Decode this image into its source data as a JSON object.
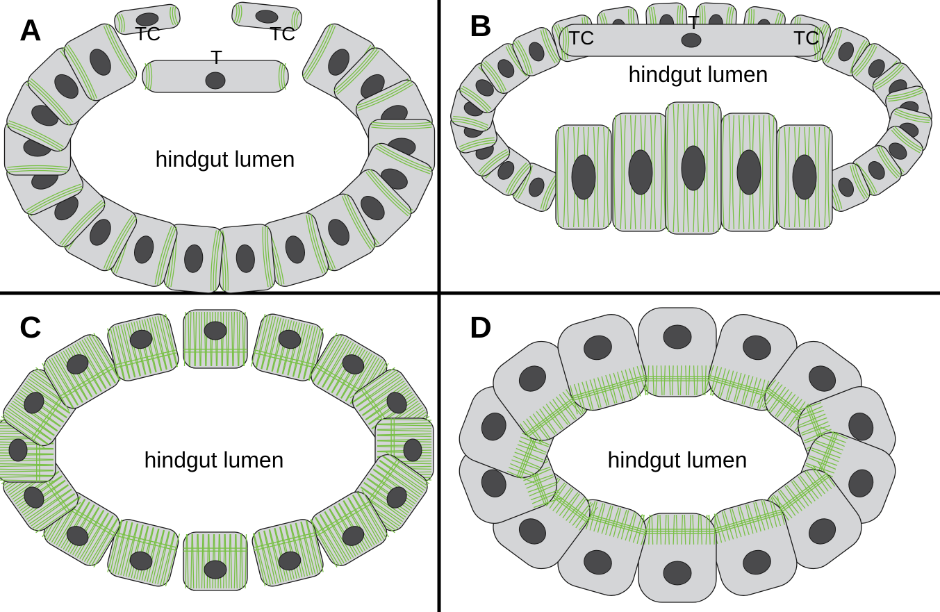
{
  "panels": {
    "a": {
      "letter": "A",
      "lumen": "hindgut lumen",
      "tc_left": "TC",
      "tc_right": "TC",
      "t": "T"
    },
    "b": {
      "letter": "B",
      "lumen": "hindgut lumen",
      "tc_left": "TC",
      "tc_right": "TC",
      "t": "T"
    },
    "c": {
      "letter": "C",
      "lumen": "hindgut lumen"
    },
    "d": {
      "letter": "D",
      "lumen": "hindgut lumen"
    }
  },
  "colors": {
    "cytoplasm": "#d4d5d7",
    "nucleus": "#4a4a4c",
    "filaments": "#77c043",
    "outline": "#1a1a1a",
    "divider": "#000000"
  }
}
